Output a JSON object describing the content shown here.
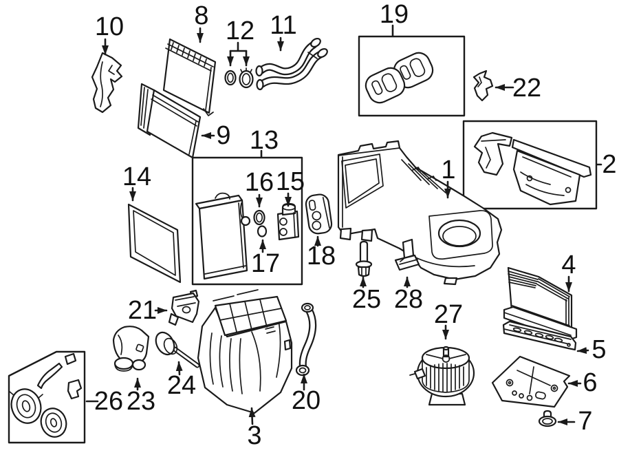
{
  "figure": {
    "type": "exploded-parts-diagram",
    "background_color": "#ffffff",
    "line_color": "#1a1a1a",
    "callouts": [
      {
        "num": "1",
        "part": "hvac-upper-housing"
      },
      {
        "num": "2",
        "part": "mounting-bracket-set"
      },
      {
        "num": "3",
        "part": "hvac-lower-housing"
      },
      {
        "num": "4",
        "part": "cabin-air-filter"
      },
      {
        "num": "5",
        "part": "filter-retainer-rail"
      },
      {
        "num": "6",
        "part": "cover-plate"
      },
      {
        "num": "7",
        "part": "grommet-plug"
      },
      {
        "num": "8",
        "part": "evaporator-panel"
      },
      {
        "num": "9",
        "part": "heater-core"
      },
      {
        "num": "10",
        "part": "side-bracket"
      },
      {
        "num": "11",
        "part": "heater-pipe-assembly"
      },
      {
        "num": "12",
        "part": "o-ring-seal-pair"
      },
      {
        "num": "13",
        "part": "evaporator-kit-box"
      },
      {
        "num": "14",
        "part": "filter-frame"
      },
      {
        "num": "15",
        "part": "expansion-valve"
      },
      {
        "num": "16",
        "part": "o-ring-upper"
      },
      {
        "num": "17",
        "part": "o-ring-lower"
      },
      {
        "num": "18",
        "part": "pipe-seal-grommet"
      },
      {
        "num": "19",
        "part": "seal-grommet-set-box"
      },
      {
        "num": "20",
        "part": "drain-hose"
      },
      {
        "num": "21",
        "part": "servo-motor"
      },
      {
        "num": "22",
        "part": "clip-bracket"
      },
      {
        "num": "23",
        "part": "actuator-motor"
      },
      {
        "num": "24",
        "part": "control-shaft"
      },
      {
        "num": "25",
        "part": "mounting-bolt"
      },
      {
        "num": "26",
        "part": "actuator-kit-box"
      },
      {
        "num": "27",
        "part": "blower-motor"
      },
      {
        "num": "28",
        "part": "retainer-clip"
      }
    ]
  }
}
